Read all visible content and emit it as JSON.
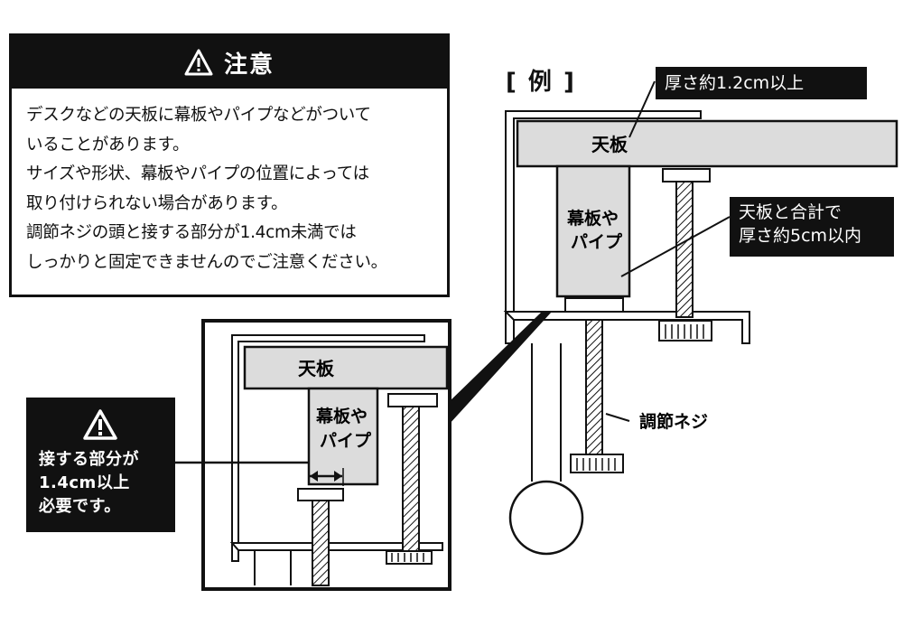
{
  "caution": {
    "title": "注意",
    "lines": [
      "デスクなどの天板に幕板やパイプなどがついて",
      "いることがあります。",
      "サイズや形状、幕板やパイプの位置によっては",
      "取り付けられない場合があります。",
      "調節ネジの頭と接する部分が1.4cm未満では",
      "しっかりと固定できませんのでご注意ください。"
    ],
    "icon": "warning-triangle-icon"
  },
  "example": {
    "label": "[ 例 ]",
    "thickness_note": "厚さ約1.2cm以上",
    "combined_note": [
      "天板と合計で",
      "厚さ約5cm以内"
    ],
    "tabletop_label": "天板",
    "apron_label": [
      "幕板や",
      "パイプ"
    ],
    "screw_label": "調節ネジ"
  },
  "detail": {
    "tabletop_label": "天板",
    "apron_label": [
      "幕板や",
      "パイプ"
    ],
    "contact_note": [
      "接する部分が",
      "1.4cm以上",
      "必要です。"
    ]
  },
  "colors": {
    "ink": "#111111",
    "panel": "#dcdcdc",
    "paper": "#ffffff"
  }
}
